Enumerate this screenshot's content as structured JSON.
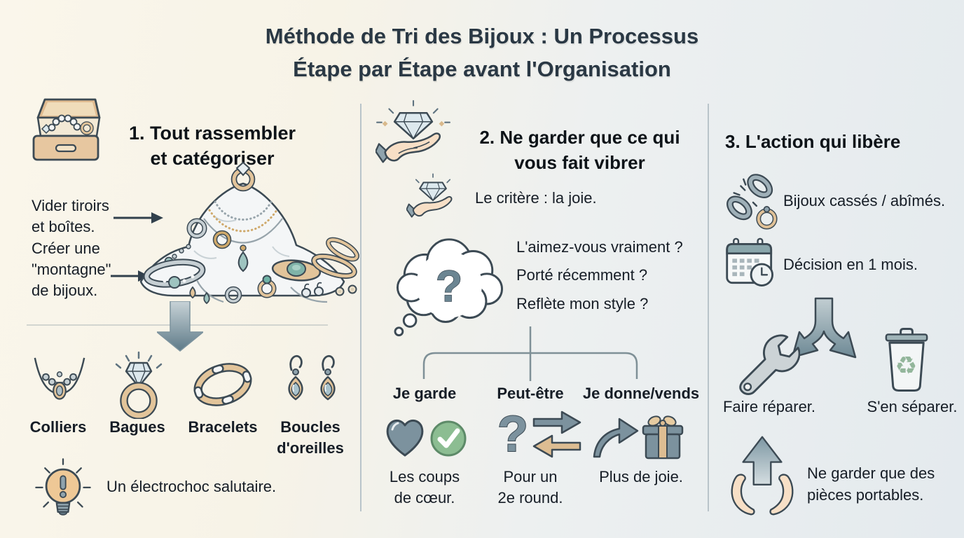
{
  "title": "Méthode de Tri des Bijoux : Un Processus\nÉtape par Étape avant l'Organisation",
  "step1": {
    "heading": "1. Tout rassembler\net catégoriser",
    "action_empty": "Vider tiroirs\net boîtes.",
    "action_pile": "Créer une\n\"montagne\"\nde bijoux.",
    "categories": [
      {
        "label": "Colliers",
        "icon": "necklace-icon"
      },
      {
        "label": "Bagues",
        "icon": "ring-icon"
      },
      {
        "label": "Bracelets",
        "icon": "bracelet-icon"
      },
      {
        "label": "Boucles\nd'oreilles",
        "icon": "earrings-icon"
      }
    ],
    "note": "Un électrochoc salutaire."
  },
  "step2": {
    "heading": "2. Ne garder que ce qui\nvous fait vibrer",
    "criterion": "Le critère : la joie.",
    "questions": [
      "L'aimez-vous vraiment ?",
      "Porté récemment ?",
      "Reflète mon style ?"
    ],
    "outcomes": [
      {
        "label": "Je garde",
        "caption": "Les coups\nde cœur."
      },
      {
        "label": "Peut-être",
        "caption": "Pour un\n2e round."
      },
      {
        "label": "Je donne/vends",
        "caption": "Plus de joie."
      }
    ]
  },
  "step3": {
    "heading": "3. L'action qui libère",
    "broken": "Bijoux cassés / abîmés.",
    "deadline": "Décision en 1 mois.",
    "repair": "Faire réparer.",
    "discard": "S'en séparer.",
    "keep": "Ne garder que des\npièces portables."
  },
  "glyphs": {
    "question": "?",
    "recycle": "♻"
  },
  "colors": {
    "slate": "#7c929e",
    "slate_dark": "#3c4a54",
    "tan": "#e2c49a",
    "teal_gem": "#9ec4c0",
    "green_check": "#8cbd92",
    "skin": "#f7dfc6",
    "text": "#1a222b",
    "title": "#2a3844",
    "bg_left": "#faf6eb",
    "bg_right": "#e4eaee"
  }
}
